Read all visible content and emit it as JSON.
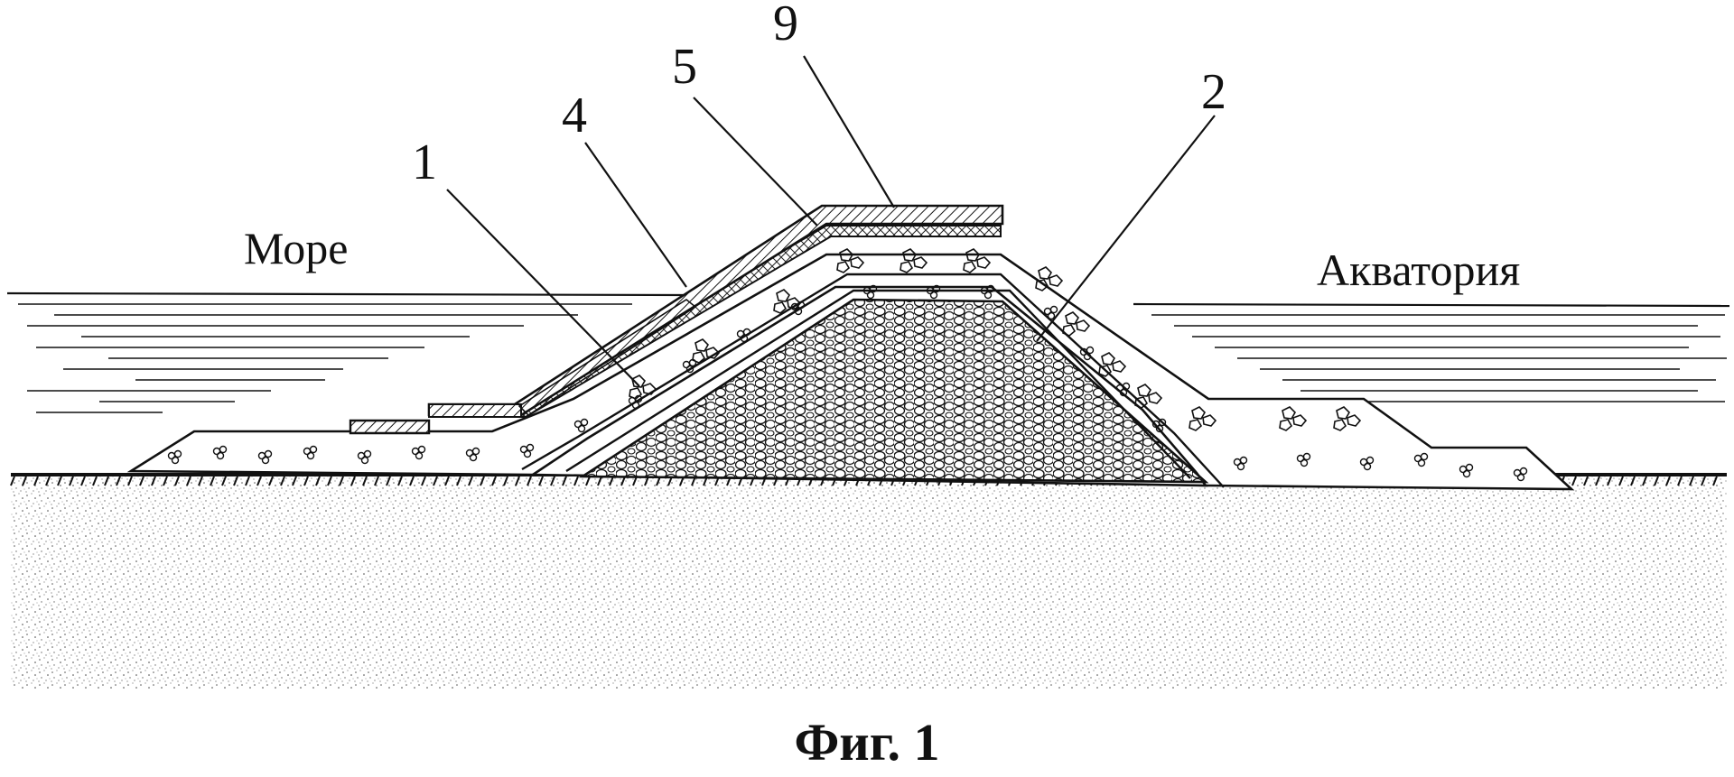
{
  "figure": {
    "caption": "Фиг. 1",
    "water_left_label": "Море",
    "water_right_label": "Акватория",
    "callouts": [
      {
        "id": "1",
        "text": "1"
      },
      {
        "id": "4",
        "text": "4"
      },
      {
        "id": "5",
        "text": "5"
      },
      {
        "id": "9",
        "text": "9"
      },
      {
        "id": "2",
        "text": "2"
      }
    ]
  },
  "colors": {
    "ink": "#111111",
    "paper": "#ffffff",
    "ground_speckle": "#5a5a5a"
  }
}
